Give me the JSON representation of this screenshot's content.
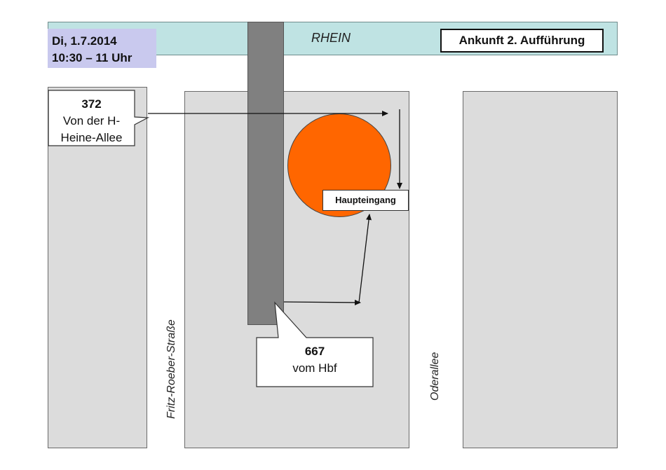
{
  "header": {
    "date": "Di, 1.7.2014",
    "time": "10:30 – 11 Uhr",
    "title": "Ankunft 2. Aufführung"
  },
  "map": {
    "river_label": "RHEIN",
    "entrance_label": "Haupteingang",
    "streets": {
      "left": "Fritz-Roeber-Straße",
      "right": "Oderallee"
    },
    "routes": [
      {
        "line": "372",
        "line2": "Von der H-",
        "line3": "Heine-Allee"
      },
      {
        "line": "667",
        "line2": "vom Hbf"
      }
    ]
  },
  "colors": {
    "river": "#bfe3e3",
    "block": "#dcdcdc",
    "tram_track": "#808080",
    "venue": "#ff6600",
    "date_box": "#c9c9ee"
  }
}
